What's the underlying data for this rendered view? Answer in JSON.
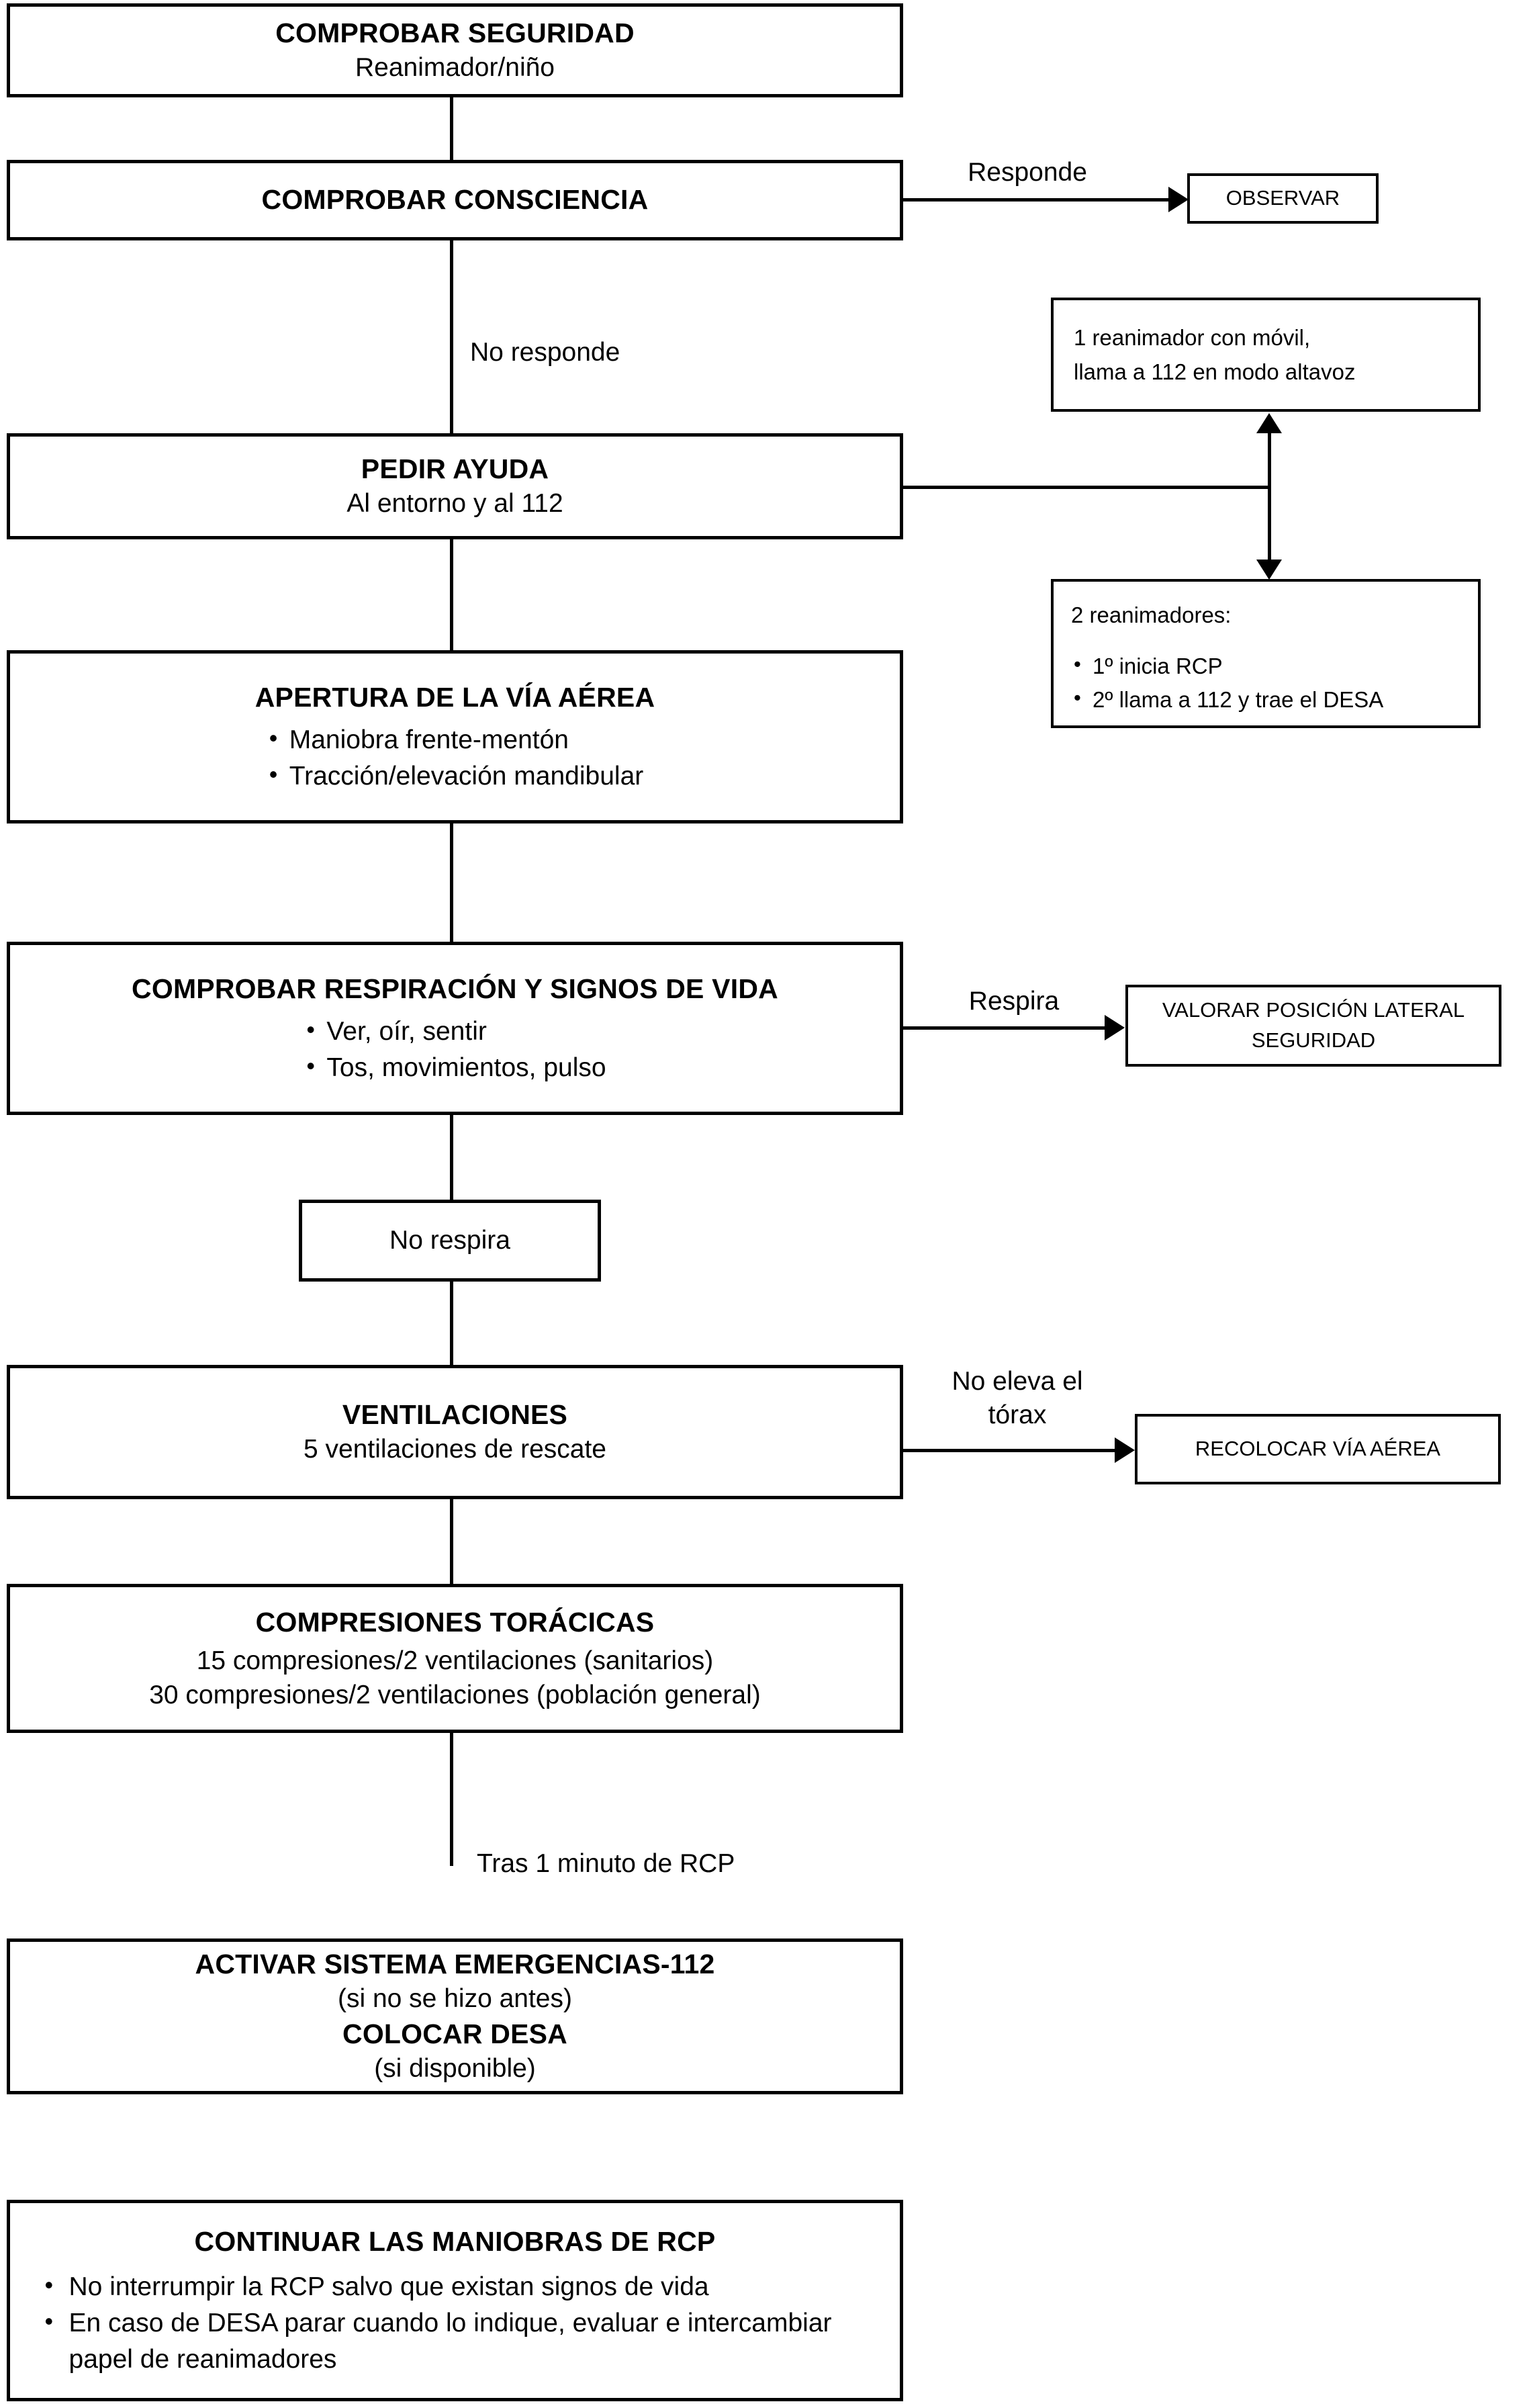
{
  "diagram": {
    "title": "Algoritmo de RCP basica pediatrica",
    "accent_color": "#000000",
    "background_color": "#ffffff"
  },
  "nodes": {
    "comprobar_seguridad": {
      "title": "COMPROBAR SEGURIDAD",
      "subtitle": "Reanimador/niño"
    },
    "comprobar_consciencia": {
      "title": "COMPROBAR CONSCIENCIA"
    },
    "observar": {
      "label": "OBSERVAR"
    },
    "un_reanimador": {
      "line1": "1 reanimador con móvil,",
      "line2": "llama a 112 en modo altavoz"
    },
    "pedir_ayuda": {
      "title": "PEDIR AYUDA",
      "subtitle": "Al entorno y al 112"
    },
    "dos_reanimadores": {
      "heading": "2 reanimadores:",
      "bullets": [
        "1º inicia RCP",
        "2º llama a 112 y trae el DESA"
      ]
    },
    "apertura_via_aerea": {
      "title": "APERTURA DE LA VÍA AÉREA",
      "bullets": [
        "Maniobra frente-mentón",
        "Tracción/elevación mandibular"
      ]
    },
    "comprobar_respiracion": {
      "title": "COMPROBAR RESPIRACIÓN Y SIGNOS DE VIDA",
      "bullets": [
        "Ver, oír, sentir",
        "Tos, movimientos, pulso"
      ]
    },
    "valorar_posicion_lateral": {
      "line1": "VALORAR POSICIÓN LATERAL",
      "line2": "SEGURIDAD"
    },
    "no_respira": {
      "label": "No respira"
    },
    "ventilaciones": {
      "title": "VENTILACIONES",
      "subtitle": "5 ventilaciones de rescate"
    },
    "recolocar_via_aerea": {
      "label": "RECOLOCAR VÍA AÉREA"
    },
    "compresiones_toracicas": {
      "title": "COMPRESIONES TORÁCICAS",
      "line1": "15 compresiones/2 ventilaciones (sanitarios)",
      "line2": "30 compresiones/2 ventilaciones (población general)"
    },
    "activar_sistema": {
      "title1": "ACTIVAR SISTEMA EMERGENCIAS-112",
      "sub1": "(si no se hizo antes)",
      "title2": "COLOCAR DESA",
      "sub2": "(si disponible)"
    },
    "continuar_rcp": {
      "title": "CONTINUAR LAS MANIOBRAS DE RCP",
      "bullets": [
        "No interrumpir la RCP salvo que existan signos de vida",
        "En caso de DESA parar cuando lo indique, evaluar e intercambiar papel de reanimadores"
      ]
    }
  },
  "edges": {
    "responde": "Responde",
    "no_responde": "No responde",
    "respira": "Respira",
    "no_eleva_torax": "No eleva el\ntórax",
    "tras_1_minuto": "Tras 1 minuto de RCP"
  }
}
